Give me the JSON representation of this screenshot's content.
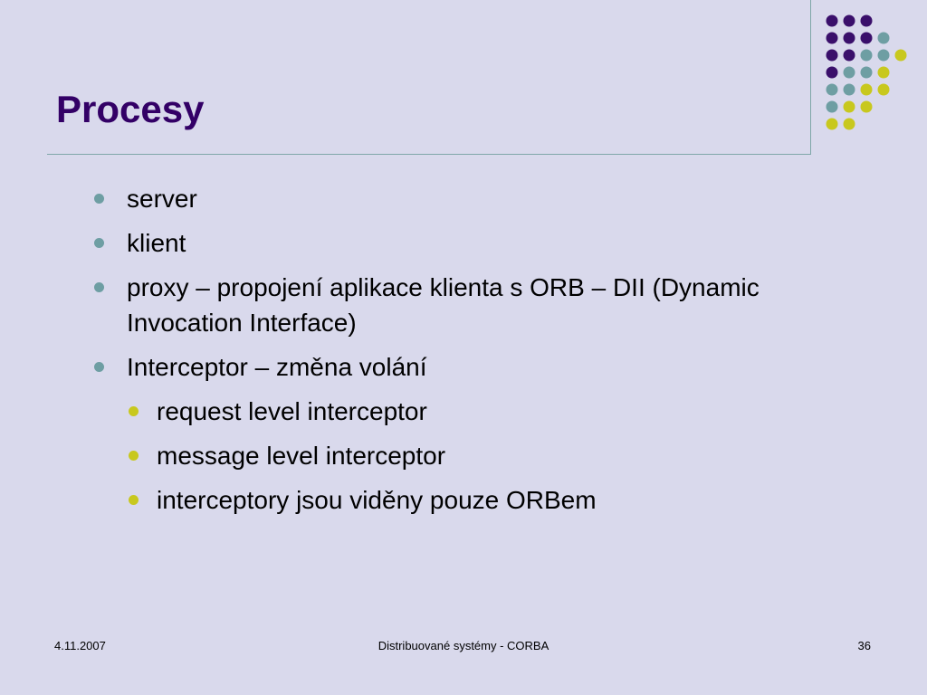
{
  "slide": {
    "title": "Procesy",
    "bullets": [
      {
        "level": 1,
        "text": "server"
      },
      {
        "level": 1,
        "text": "klient"
      },
      {
        "level": 1,
        "text": "proxy – propojení aplikace klienta s ORB – DII (Dynamic Invocation Interface)"
      },
      {
        "level": 1,
        "text": "Interceptor – změna volání"
      },
      {
        "level": 2,
        "text": "request level interceptor"
      },
      {
        "level": 2,
        "text": "message level interceptor"
      },
      {
        "level": 2,
        "text": "interceptory jsou viděny pouze ORBem"
      }
    ]
  },
  "footer": {
    "date": "4.11.2007",
    "course": "Distribuované systémy - CORBA",
    "page": "36"
  },
  "colors": {
    "background": "#d9d9ec",
    "title": "#330066",
    "purple_dot": "#3a0f6b",
    "teal_dot": "#6e9ea3",
    "yellow_dot": "#c8c81e"
  }
}
